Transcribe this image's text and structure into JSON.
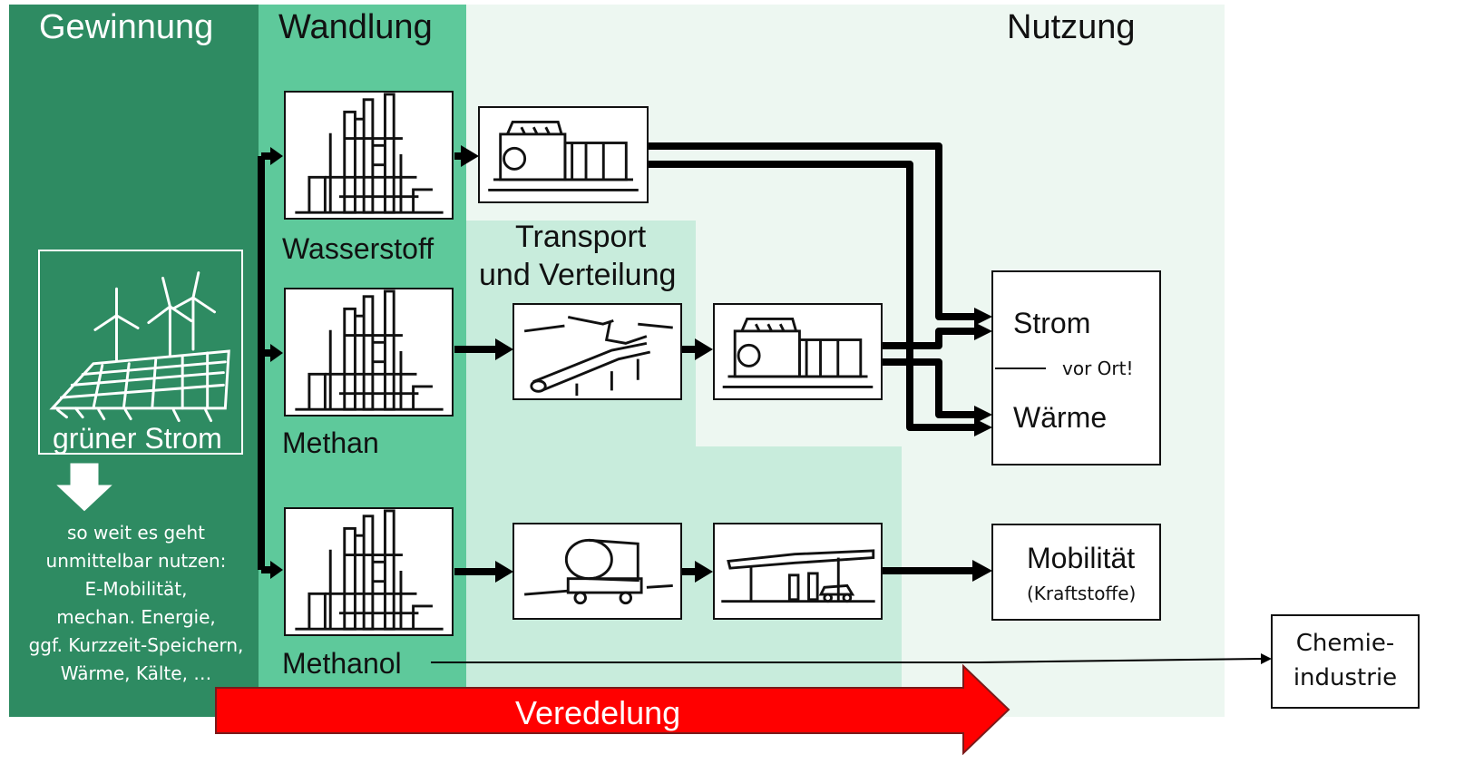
{
  "headers": {
    "gewinnung": "Gewinnung",
    "wandlung": "Wandlung",
    "nutzung": "Nutzung",
    "transport": [
      "Transport",
      "und Verteilung"
    ]
  },
  "source": {
    "label": "grüner Strom",
    "note": [
      "so weit es geht",
      "unmittelbar nutzen:",
      "E-Mobilität,",
      "mechan. Energie,",
      "ggf. Kurzzeit-Speichern,",
      "Wärme, Kälte, …"
    ]
  },
  "conversion": {
    "hydrogen": "Wasserstoff",
    "methane": "Methan",
    "methanol": "Methanol"
  },
  "outputs": {
    "strom": "Strom",
    "vor_ort": "vor Ort!",
    "waerme": "Wärme",
    "mobilitaet": "Mobilität",
    "kraftstoffe": "(Kraftstoffe)",
    "chemie": [
      "Chemie-",
      "industrie"
    ]
  },
  "bottom_arrow": "Veredelung",
  "colors": {
    "gewinnung_bg": "#2e8b62",
    "wandlung_bg": "#5ec99b",
    "transport_bg": "#c8ecdc",
    "nutzung_bg": "#edf7f1",
    "veredelung_arrow": "#ff0000"
  },
  "icons": [
    "wind-solar-icon",
    "plant-icon",
    "generator-icon",
    "pipeline-icon",
    "tanker-truck-icon",
    "fuel-station-icon"
  ]
}
